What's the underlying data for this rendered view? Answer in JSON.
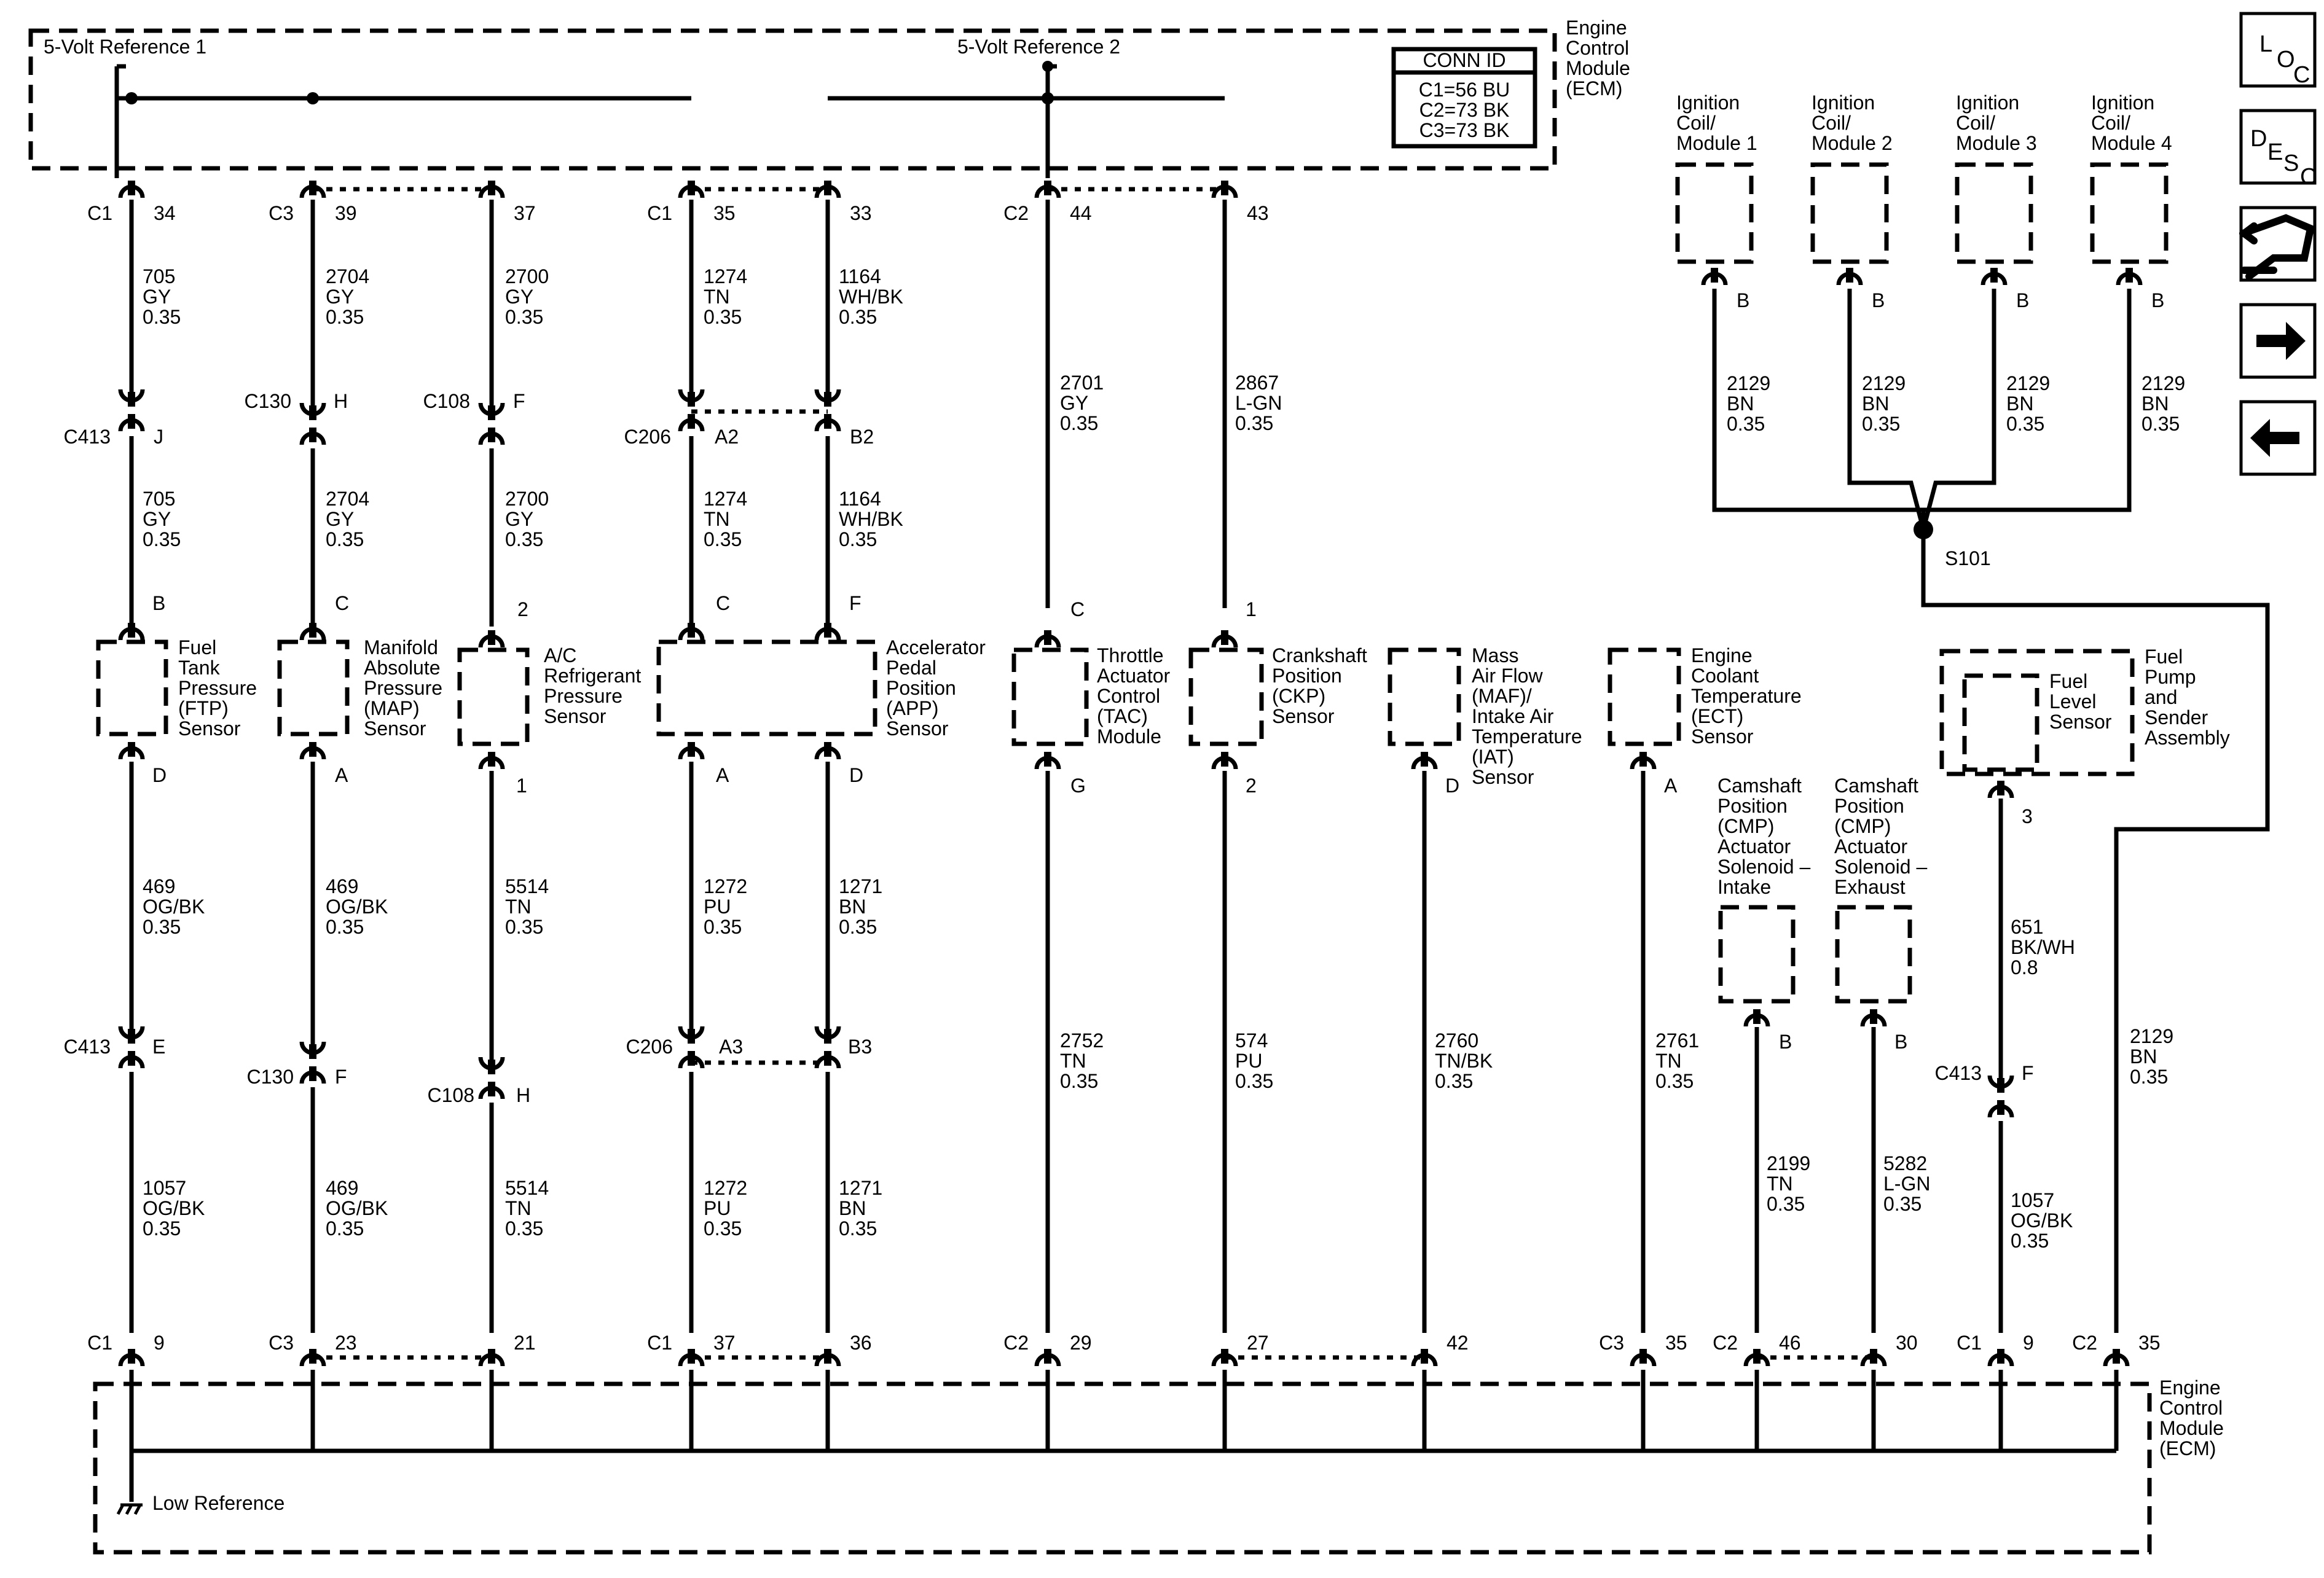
{
  "ecm_top": {
    "label": [
      "Engine",
      "Control",
      "Module",
      "(ECM)"
    ],
    "ref1": "5-Volt Reference 1",
    "ref2": "5-Volt Reference 2",
    "conn_box": {
      "title": "CONN ID",
      "rows": [
        "C1=56 BU",
        "C2=73 BK",
        "C3=73 BK"
      ]
    }
  },
  "ecm_bottom": {
    "label": [
      "Engine",
      "Control",
      "Module",
      "(ECM)"
    ],
    "low_ref": "Low Reference"
  },
  "nav": [
    {
      "name": "loc-button",
      "chars": [
        "L",
        "O",
        "C"
      ]
    },
    {
      "name": "desc-button",
      "chars": [
        "D",
        "E",
        "S",
        "C"
      ]
    },
    {
      "name": "connector-end-view-button",
      "chars": []
    },
    {
      "name": "next-button",
      "chars": []
    },
    {
      "name": "previous-button",
      "chars": []
    }
  ],
  "top_pins": [
    {
      "conn": "C1",
      "pin": "34"
    },
    {
      "conn": "C3",
      "pin": "39"
    },
    {
      "conn": "",
      "pin": "37"
    },
    {
      "conn": "C1",
      "pin": "35"
    },
    {
      "conn": "",
      "pin": "33"
    },
    {
      "conn": "C2",
      "pin": "44"
    },
    {
      "conn": "",
      "pin": "43"
    }
  ],
  "bottom_pins": [
    {
      "conn": "C1",
      "pin": "9"
    },
    {
      "conn": "C3",
      "pin": "23"
    },
    {
      "conn": "",
      "pin": "21"
    },
    {
      "conn": "C1",
      "pin": "37"
    },
    {
      "conn": "",
      "pin": "36"
    },
    {
      "conn": "C2",
      "pin": "29"
    },
    {
      "conn": "",
      "pin": "27"
    },
    {
      "conn": "",
      "pin": "42"
    },
    {
      "conn": "C3",
      "pin": "35"
    },
    {
      "conn": "C2",
      "pin": "46"
    },
    {
      "conn": "",
      "pin": "30"
    },
    {
      "conn": "C1",
      "pin": "9"
    },
    {
      "conn": "C2",
      "pin": "35"
    }
  ],
  "wires": [
    [
      "705",
      "GY",
      "0.35"
    ],
    [
      "2704",
      "GY",
      "0.35"
    ],
    [
      "2700",
      "GY",
      "0.35"
    ],
    [
      "1274",
      "TN",
      "0.35"
    ],
    [
      "1164",
      "WH/BK",
      "0.35"
    ],
    [
      "705",
      "GY",
      "0.35"
    ],
    [
      "2704",
      "GY",
      "0.35"
    ],
    [
      "2700",
      "GY",
      "0.35"
    ],
    [
      "1274",
      "TN",
      "0.35"
    ],
    [
      "1164",
      "WH/BK",
      "0.35"
    ],
    [
      "2701",
      "GY",
      "0.35"
    ],
    [
      "2867",
      "L-GN",
      "0.35"
    ],
    [
      "469",
      "OG/BK",
      "0.35"
    ],
    [
      "469",
      "OG/BK",
      "0.35"
    ],
    [
      "5514",
      "TN",
      "0.35"
    ],
    [
      "1272",
      "PU",
      "0.35"
    ],
    [
      "1271",
      "BN",
      "0.35"
    ],
    [
      "1057",
      "OG/BK",
      "0.35"
    ],
    [
      "469",
      "OG/BK",
      "0.35"
    ],
    [
      "5514",
      "TN",
      "0.35"
    ],
    [
      "1272",
      "PU",
      "0.35"
    ],
    [
      "1271",
      "BN",
      "0.35"
    ],
    [
      "2752",
      "TN",
      "0.35"
    ],
    [
      "574",
      "PU",
      "0.35"
    ],
    [
      "2760",
      "TN/BK",
      "0.35"
    ],
    [
      "2761",
      "TN",
      "0.35"
    ],
    [
      "2199",
      "TN",
      "0.35"
    ],
    [
      "5282",
      "L-GN",
      "0.35"
    ],
    [
      "651",
      "BK/WH",
      "0.8"
    ],
    [
      "1057",
      "OG/BK",
      "0.35"
    ],
    [
      "2129",
      "BN",
      "0.35"
    ],
    [
      "2129",
      "BN",
      "0.35"
    ],
    [
      "2129",
      "BN",
      "0.35"
    ],
    [
      "2129",
      "BN",
      "0.35"
    ],
    [
      "2129",
      "BN",
      "0.35"
    ]
  ],
  "inline_connectors": [
    {
      "conn": "C413",
      "pin": "J"
    },
    {
      "conn": "C130",
      "pin": "H"
    },
    {
      "conn": "C108",
      "pin": "F"
    },
    {
      "conn": "C206",
      "pin": "A2"
    },
    {
      "conn": "",
      "pin": "B2"
    },
    {
      "conn": "C413",
      "pin": "E"
    },
    {
      "conn": "C130",
      "pin": "F"
    },
    {
      "conn": "C108",
      "pin": "H"
    },
    {
      "conn": "C206",
      "pin": "A3"
    },
    {
      "conn": "",
      "pin": "B3"
    },
    {
      "conn": "C413",
      "pin": "F"
    }
  ],
  "component_pins": [
    "B",
    "C",
    "2",
    "C",
    "F",
    "C",
    "1",
    "D",
    "A",
    "1",
    "A",
    "D",
    "G",
    "2",
    "D",
    "A",
    "B",
    "B",
    "3",
    "B",
    "B",
    "B",
    "B"
  ],
  "components": [
    {
      "lines": [
        "Fuel",
        "Tank",
        "Pressure",
        "(FTP)",
        "Sensor"
      ]
    },
    {
      "lines": [
        "Manifold",
        "Absolute",
        "Pressure",
        "(MAP)",
        "Sensor"
      ]
    },
    {
      "lines": [
        "A/C",
        "Refrigerant",
        "Pressure",
        "Sensor"
      ]
    },
    {
      "lines": [
        "Accelerator",
        "Pedal",
        "Position",
        "(APP)",
        "Sensor"
      ]
    },
    {
      "lines": [
        "Throttle",
        "Actuator",
        "Control",
        "(TAC)",
        "Module"
      ]
    },
    {
      "lines": [
        "Crankshaft",
        "Position",
        "(CKP)",
        "Sensor"
      ]
    },
    {
      "lines": [
        "Mass",
        "Air Flow",
        "(MAF)/",
        "Intake Air",
        "Temperature",
        "(IAT)",
        "Sensor"
      ]
    },
    {
      "lines": [
        "Engine",
        "Coolant",
        "Temperature",
        "(ECT)",
        "Sensor"
      ]
    },
    {
      "lines": [
        "Camshaft",
        "Position",
        "(CMP)",
        "Actuator",
        "Solenoid –",
        "Intake"
      ]
    },
    {
      "lines": [
        "Camshaft",
        "Position",
        "(CMP)",
        "Actuator",
        "Solenoid –",
        "Exhaust"
      ]
    },
    {
      "lines": [
        "Fuel",
        "Level",
        "Sensor"
      ]
    },
    {
      "lines": [
        "Fuel",
        "Pump",
        "and",
        "Sender",
        "Assembly"
      ]
    },
    {
      "lines": [
        "Ignition",
        "Coil/",
        "Module 1"
      ]
    },
    {
      "lines": [
        "Ignition",
        "Coil/",
        "Module 2"
      ]
    },
    {
      "lines": [
        "Ignition",
        "Coil/",
        "Module 3"
      ]
    },
    {
      "lines": [
        "Ignition",
        "Coil/",
        "Module 4"
      ]
    }
  ],
  "splice": "S101"
}
